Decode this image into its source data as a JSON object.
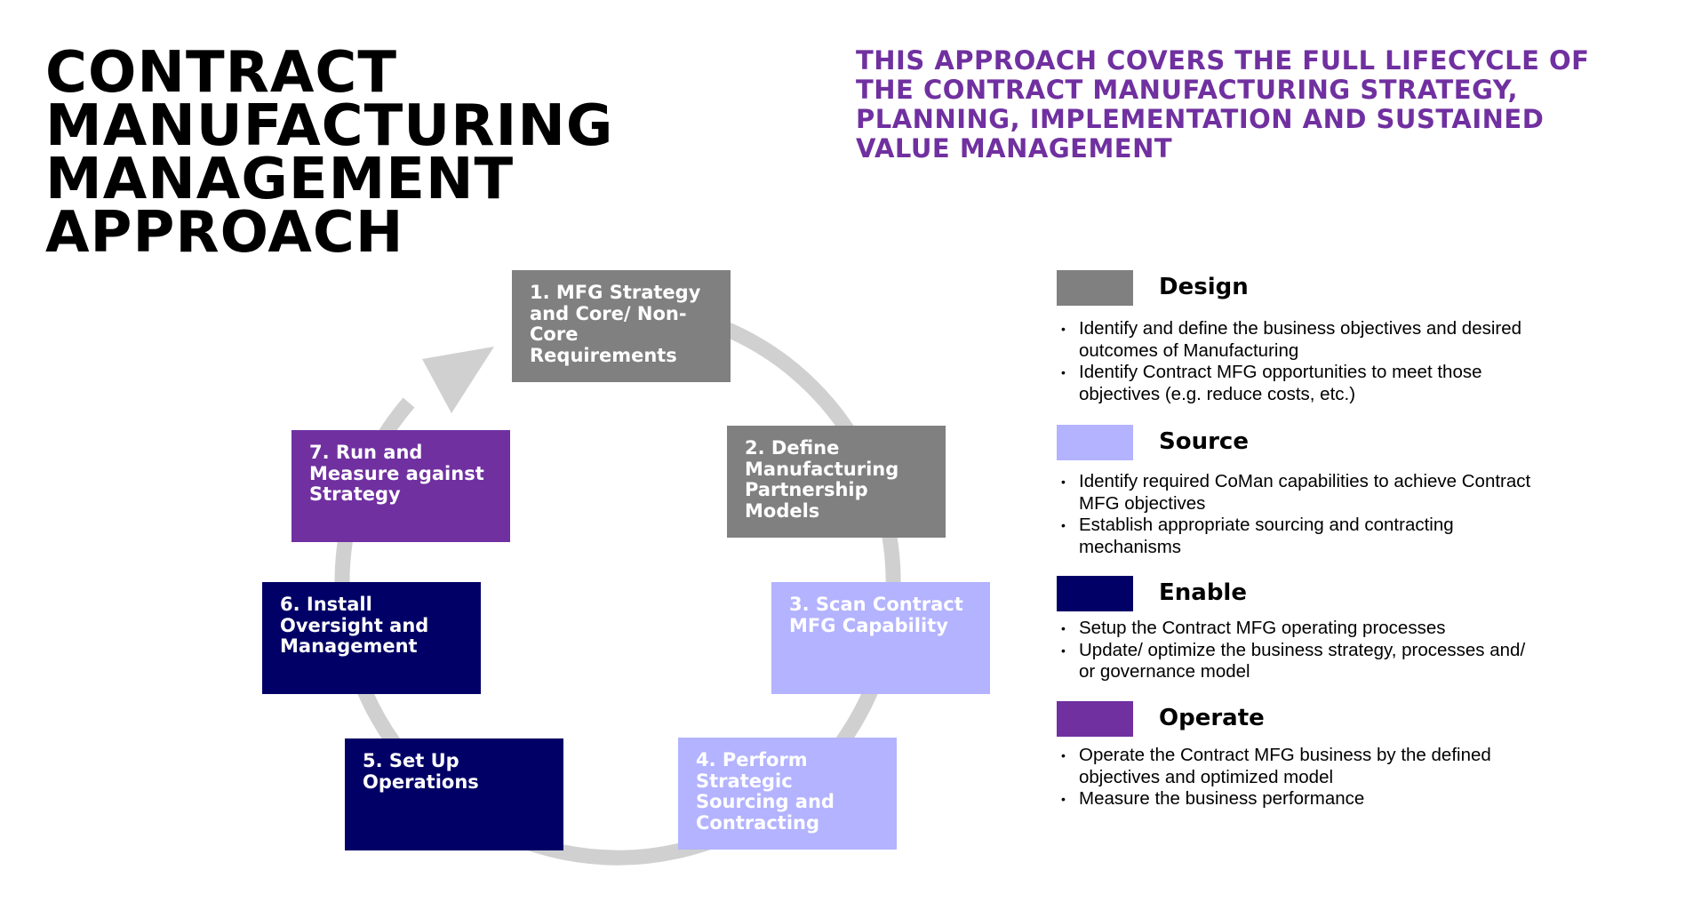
{
  "title_lines": [
    "CONTRACT",
    "MANUFACTURING",
    "MANAGEMENT",
    "APPROACH"
  ],
  "subtitle": "THIS APPROACH COVERS THE FULL LIFECYCLE OF THE CONTRACT MANUFACTURING STRATEGY, PLANNING, IMPLEMENTATION AND SUSTAINED VALUE MANAGEMENT",
  "colors": {
    "design": "#808080",
    "source": "#b3b3ff",
    "enable": "#000066",
    "operate": "#7030a0",
    "cycle_arrow": "#d0d0d0",
    "subtitle": "#7030a0"
  },
  "steps": [
    {
      "label": "1. MFG Strategy and Core/ Non-Core Requirements",
      "phase": "design"
    },
    {
      "label": "2. Define Manufacturing Partnership Models",
      "phase": "design"
    },
    {
      "label": "3. Scan Contract MFG Capability",
      "phase": "source"
    },
    {
      "label": "4. Perform Strategic Sourcing and Contracting",
      "phase": "source"
    },
    {
      "label": "5. Set Up Operations",
      "phase": "enable"
    },
    {
      "label": "6. Install Oversight and Management",
      "phase": "enable"
    },
    {
      "label": "7. Run and Measure against Strategy",
      "phase": "operate"
    }
  ],
  "legend": [
    {
      "key": "design",
      "label": "Design",
      "bullets": [
        "Identify and define the business objectives and desired outcomes of Manufacturing",
        "Identify Contract MFG opportunities to meet those objectives (e.g. reduce costs, etc.)"
      ]
    },
    {
      "key": "source",
      "label": "Source",
      "bullets": [
        "Identify required CoMan capabilities to achieve Contract MFG objectives",
        "Establish appropriate sourcing and contracting mechanisms"
      ]
    },
    {
      "key": "enable",
      "label": "Enable",
      "bullets": [
        "Setup the Contract MFG operating processes",
        "Update/ optimize the business strategy, processes and/ or governance model"
      ]
    },
    {
      "key": "operate",
      "label": "Operate",
      "bullets": [
        "Operate the Contract MFG business  by the defined objectives and optimized model",
        "Measure the business performance"
      ]
    }
  ]
}
